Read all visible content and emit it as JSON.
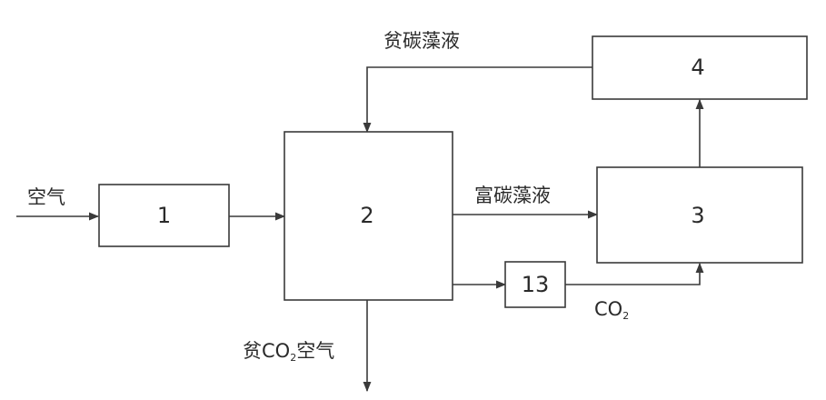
{
  "blocks": {
    "b1": "1",
    "b2": "2",
    "b3": "3",
    "b4": "4",
    "b13": "13"
  },
  "labels": {
    "air_in": "空气",
    "lean_liquid": "贫碳藻液",
    "rich_liquid": "富碳藻液",
    "co2_main": "CO",
    "co2_sub": "2",
    "lean_air_prefix": "贫CO",
    "lean_air_sub": "2",
    "lean_air_suffix": "空气"
  }
}
